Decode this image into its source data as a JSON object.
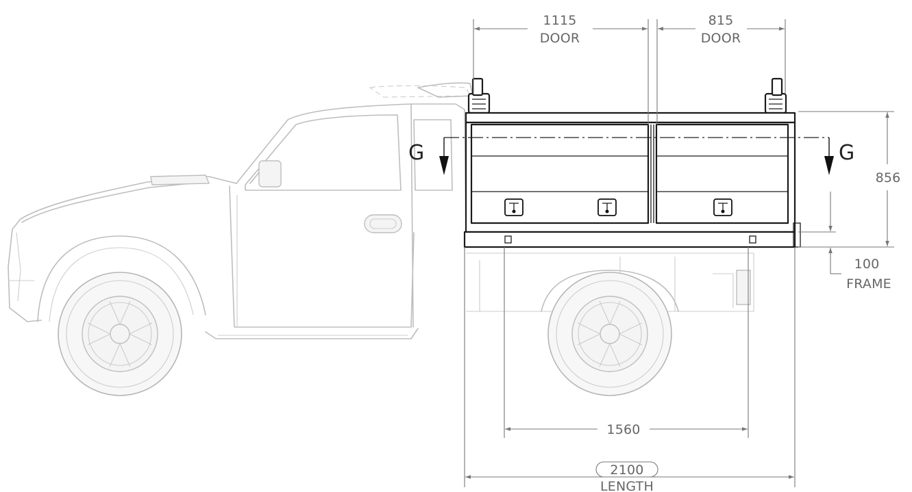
{
  "dimensions": {
    "door_left": {
      "value": "1115",
      "label": "DOOR"
    },
    "door_right": {
      "value": "815",
      "label": "DOOR"
    },
    "height": {
      "value": "856"
    },
    "frame": {
      "value": "100",
      "label": "FRAME"
    },
    "axle_span": {
      "value": "1560"
    },
    "length": {
      "value": "2100",
      "label": "LENGTH"
    }
  },
  "section_marker": {
    "left": "G",
    "right": "G"
  },
  "colors": {
    "truck_outline": "#bdbdbd",
    "canopy_outline": "#1a1a1a",
    "dimension_lines": "#777777"
  }
}
